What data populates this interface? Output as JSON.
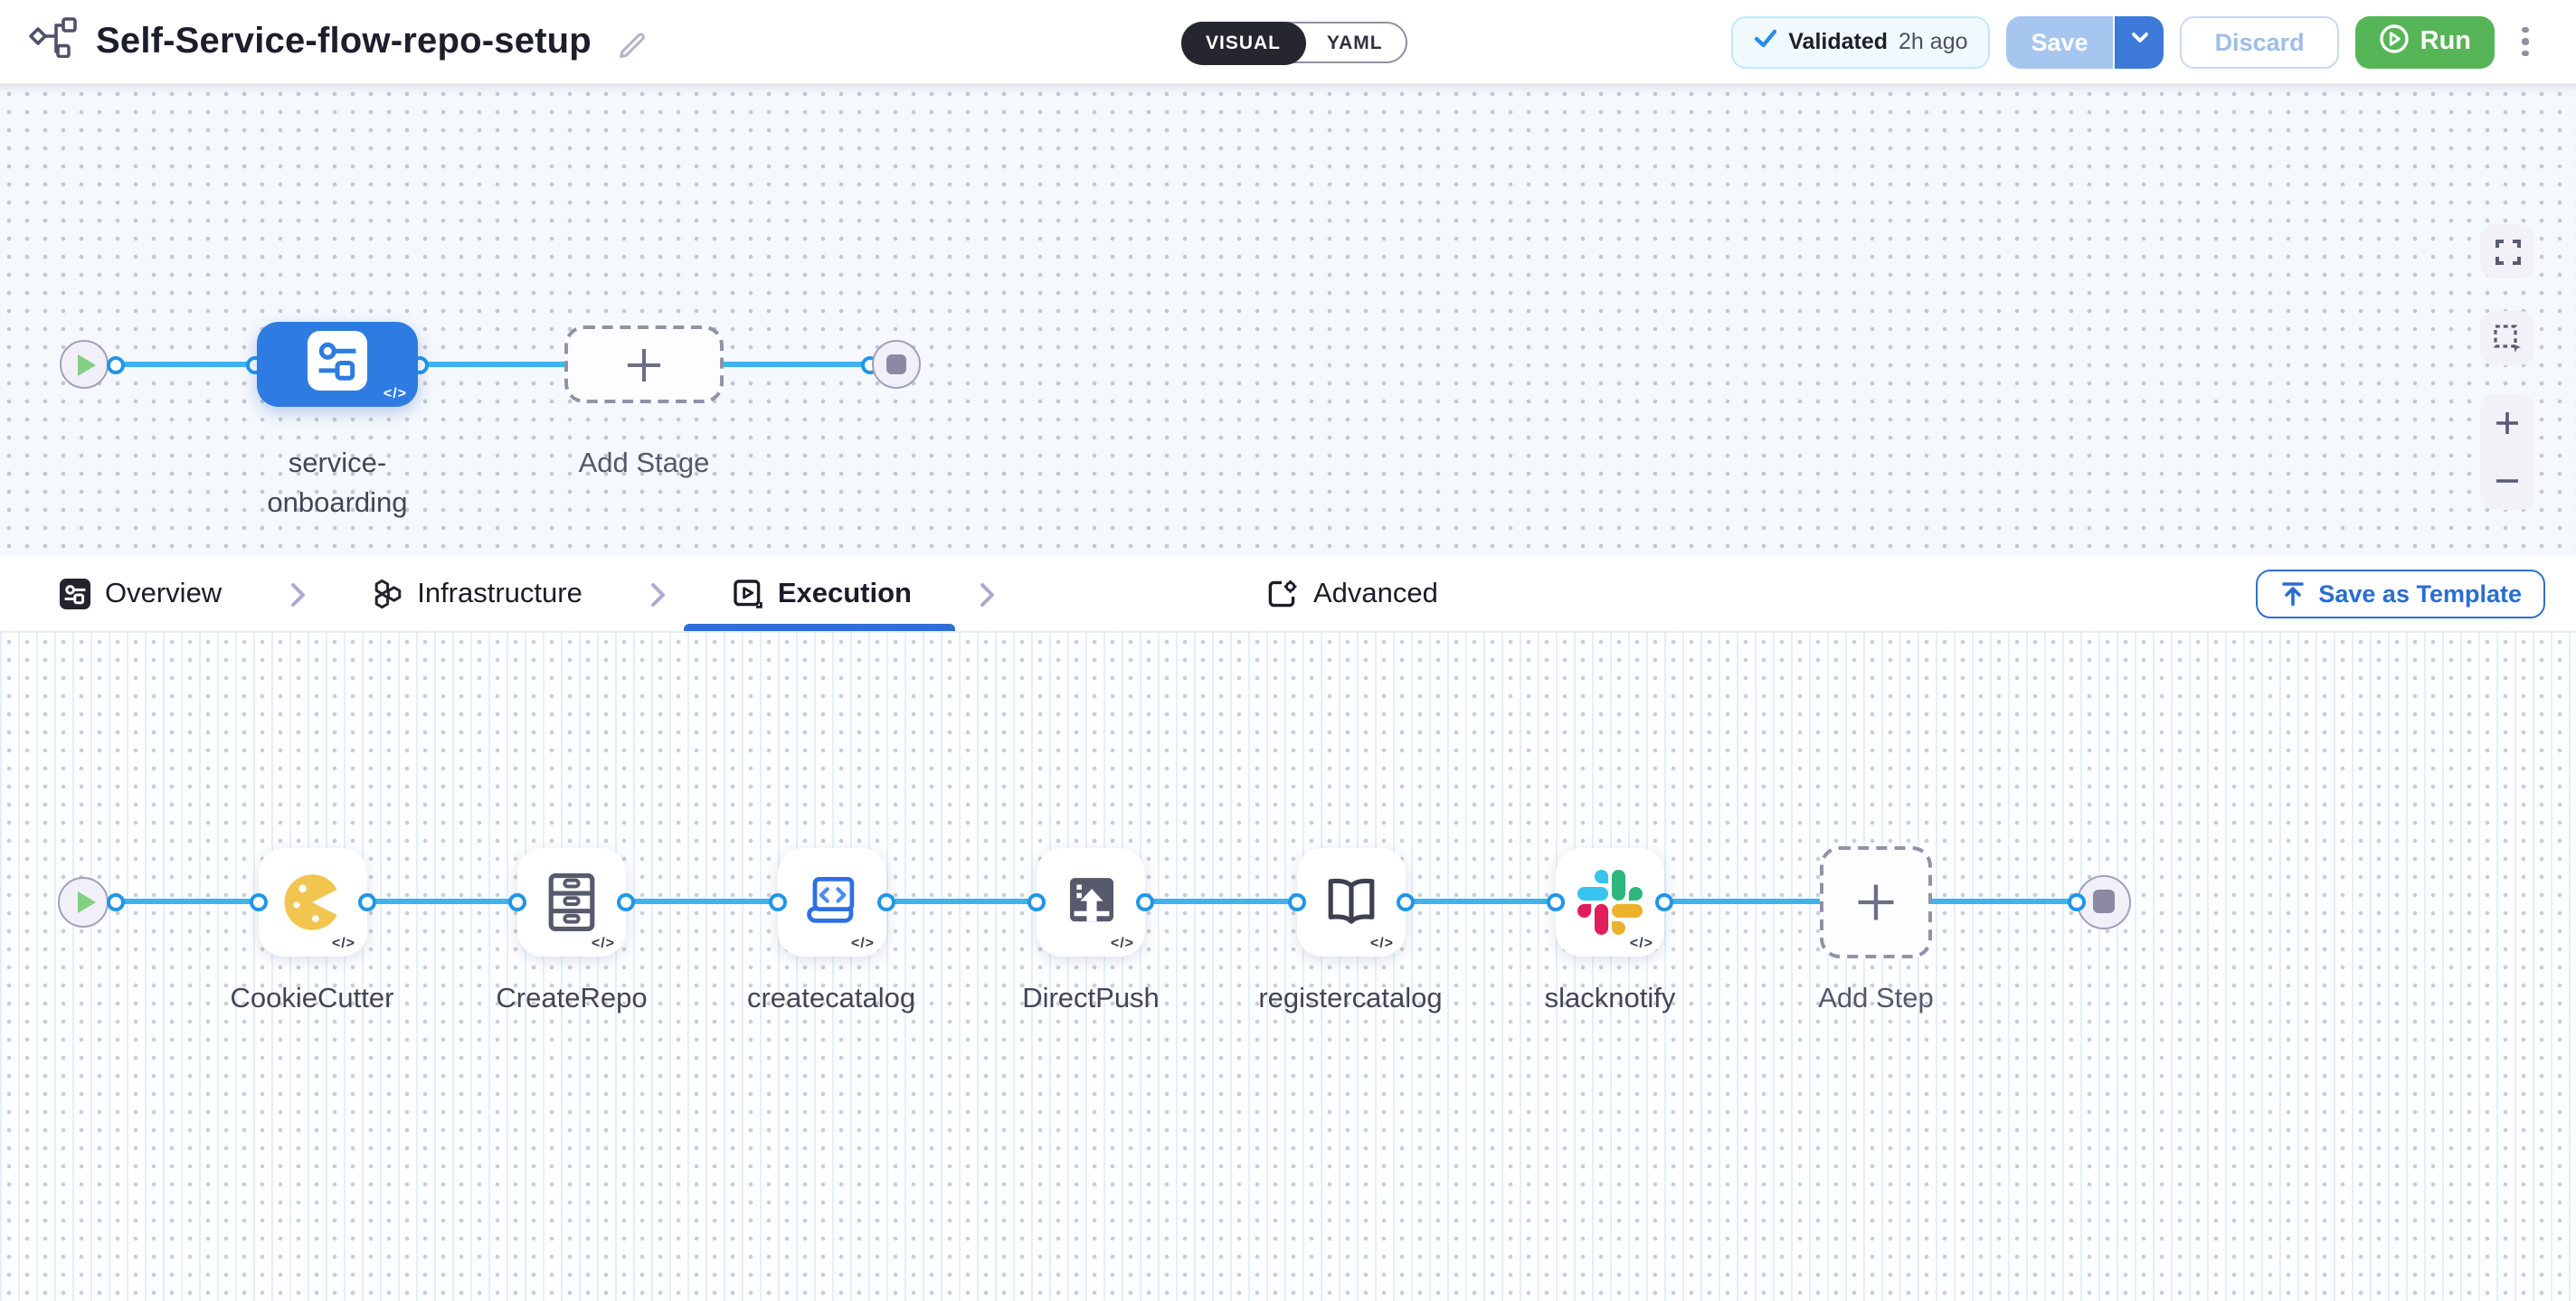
{
  "header": {
    "title": "Self-Service-flow-repo-setup",
    "mode_toggle": {
      "visual": "VISUAL",
      "yaml": "YAML",
      "selected": "VISUAL"
    },
    "validation": {
      "status": "Validated",
      "time": "2h ago"
    },
    "save_label": "Save",
    "discard_label": "Discard",
    "run_label": "Run"
  },
  "code_badge": "</>",
  "stage_canvas": {
    "stage_label": "service-onboarding",
    "add_stage_label": "Add Stage"
  },
  "tabs": {
    "items": [
      {
        "label": "Overview",
        "icon": "pipeline-overview-icon",
        "active": false
      },
      {
        "label": "Infrastructure",
        "icon": "hexagons-icon",
        "active": false
      },
      {
        "label": "Execution",
        "icon": "play-square-icon",
        "active": true
      },
      {
        "label": "Advanced",
        "icon": "gear-file-icon",
        "active": false
      }
    ],
    "save_as_template_label": "Save as Template"
  },
  "execution_canvas": {
    "steps": [
      {
        "label": "CookieCutter",
        "icon": "cookiecutter-icon"
      },
      {
        "label": "CreateRepo",
        "icon": "drawers-icon"
      },
      {
        "label": "createcatalog",
        "icon": "code-document-icon"
      },
      {
        "label": "DirectPush",
        "icon": "upload-box-icon"
      },
      {
        "label": "registercatalog",
        "icon": "open-book-icon"
      },
      {
        "label": "slacknotify",
        "icon": "slack-icon"
      }
    ],
    "add_step_label": "Add Step"
  },
  "canvas_controls": {
    "icons": [
      "fullscreen-icon",
      "marquee-select-icon",
      "zoom-in-icon",
      "zoom-out-icon"
    ]
  },
  "colors": {
    "connector_blue": "#3db4f0",
    "stage_blue": "#2e7ce1",
    "run_green": "#56b556",
    "active_tab_blue": "#2c70d6",
    "validated_check_blue": "#2b8ee8",
    "save_disabled_blue": "#a7c6ef",
    "save_caret_blue": "#3c79d8",
    "slack": [
      "#36C5F0",
      "#2EB67D",
      "#ECB22E",
      "#E01E5A"
    ]
  }
}
